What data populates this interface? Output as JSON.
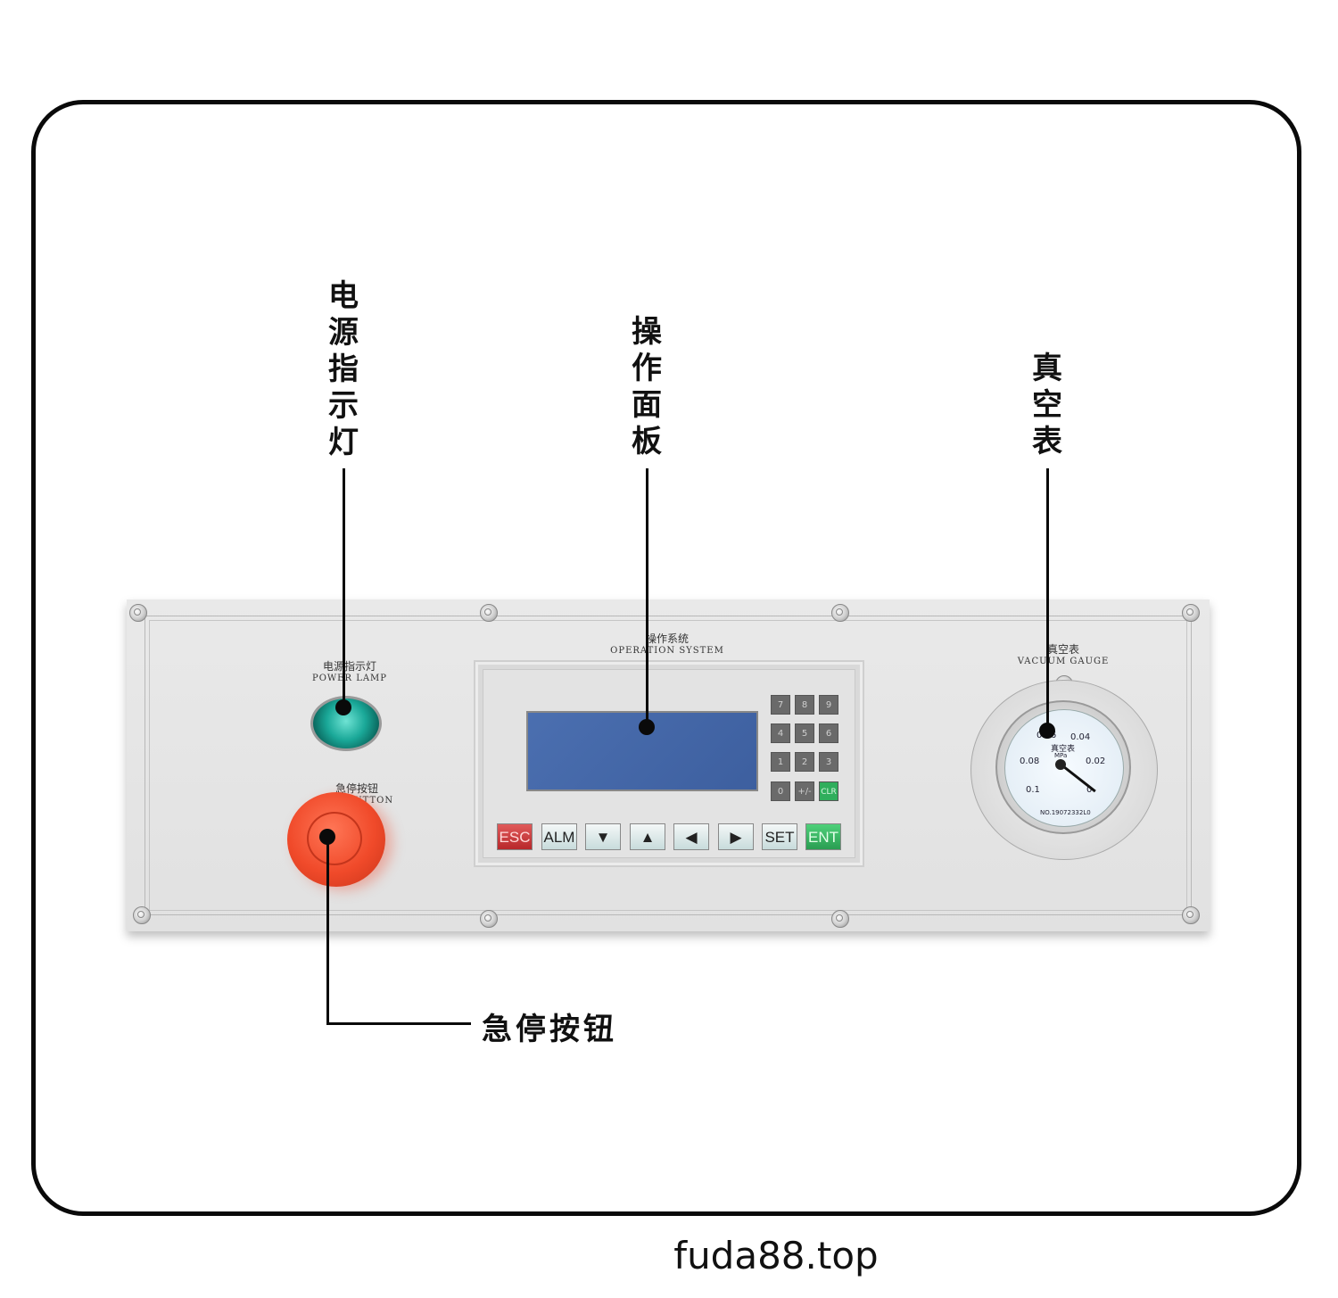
{
  "callouts": {
    "power_lamp": "电\n源\n指\n示\n灯",
    "operation_panel": "操\n作\n面\n板",
    "vacuum_gauge": "真\n空\n表",
    "emergency_stop": "急停按钮"
  },
  "panel_labels": {
    "power_lamp_cn": "电源指示灯",
    "power_lamp_en": "POWER LAMP",
    "estop_cn": "急停按钮",
    "estop_en": "BUTTON",
    "operation_cn": "操作系统",
    "operation_en": "OPERATION SYSTEM",
    "vacuum_cn": "真空表",
    "vacuum_en": "VACUUM GAUGE"
  },
  "keypad": [
    "7",
    "8",
    "9",
    "4",
    "5",
    "6",
    "1",
    "2",
    "3",
    "0",
    "+/-",
    "CLR"
  ],
  "function_keys": [
    "ESC",
    "ALM",
    "▼",
    "▲",
    "◀",
    "▶",
    "SET",
    "ENT"
  ],
  "gauge": {
    "label": "真空表",
    "scale": [
      "0.06",
      "0.04",
      "0.08",
      "0.02",
      "0.1",
      "0"
    ],
    "unit": "MPa",
    "serial": "NO.19072332L0"
  },
  "watermark": "fuda88.top"
}
